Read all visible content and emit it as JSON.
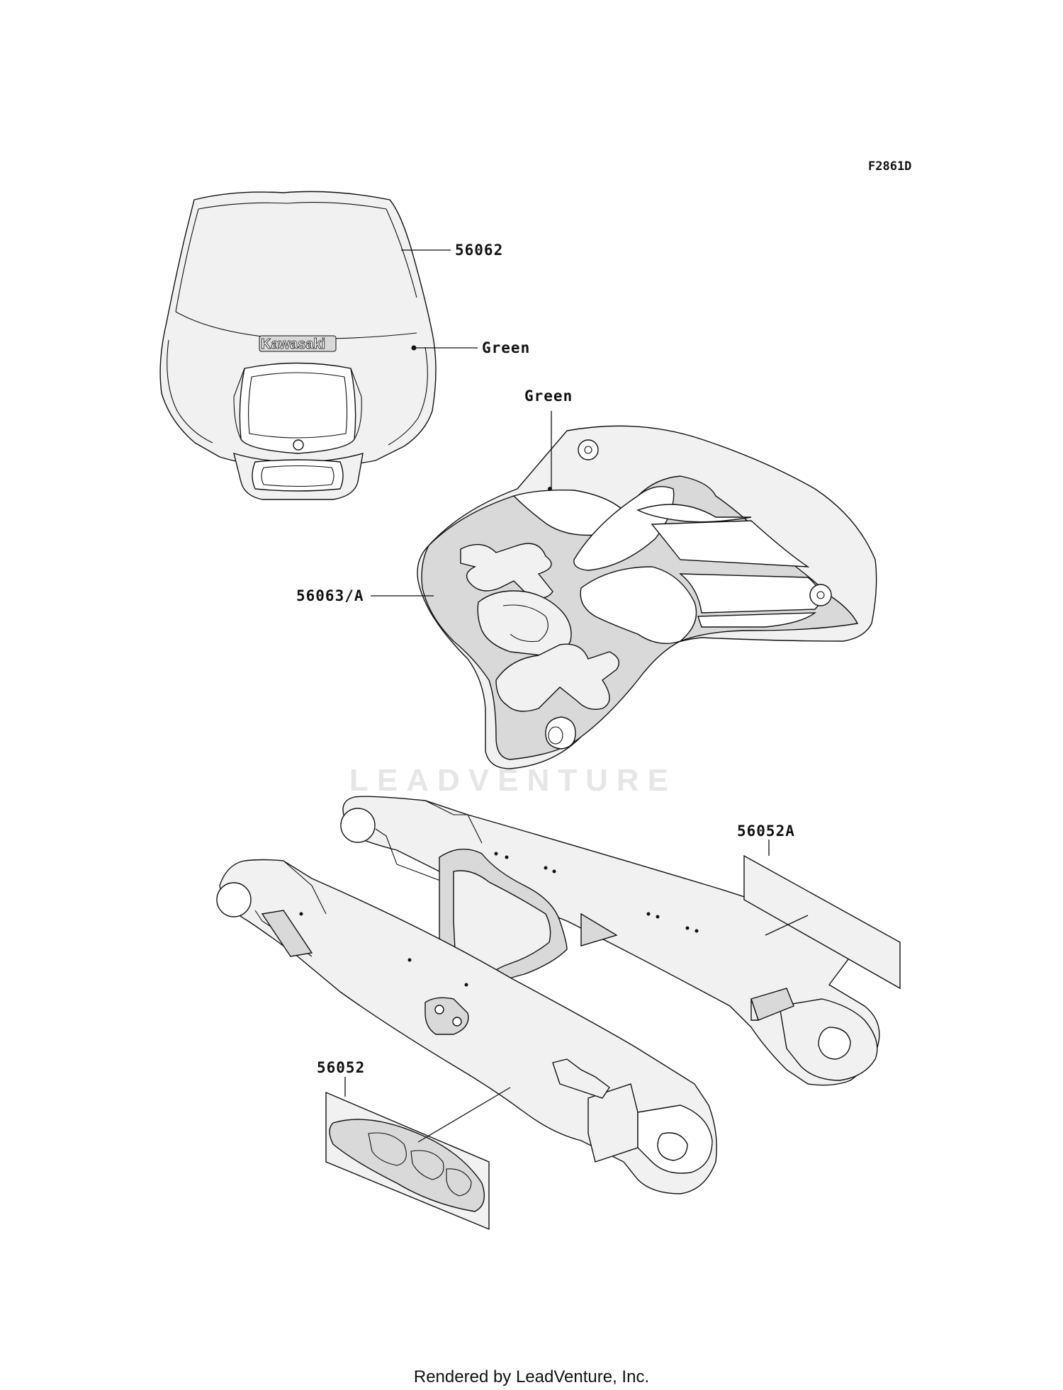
{
  "diagram_code": "F2861D",
  "watermark": "LEADVENTURE",
  "logo_text": "Kawasaki",
  "callouts": {
    "headlight_cover": "56062",
    "headlight_color": "Green",
    "shroud_color": "Green",
    "shroud_decal": "56063/A",
    "swingarm_decal_right": "56052A",
    "swingarm_decal_left": "56052"
  },
  "footer": "Rendered by LeadVenture, Inc.",
  "colors": {
    "line": "#111111",
    "decal_gray": "#d9d9d9",
    "background": "#ffffff"
  }
}
